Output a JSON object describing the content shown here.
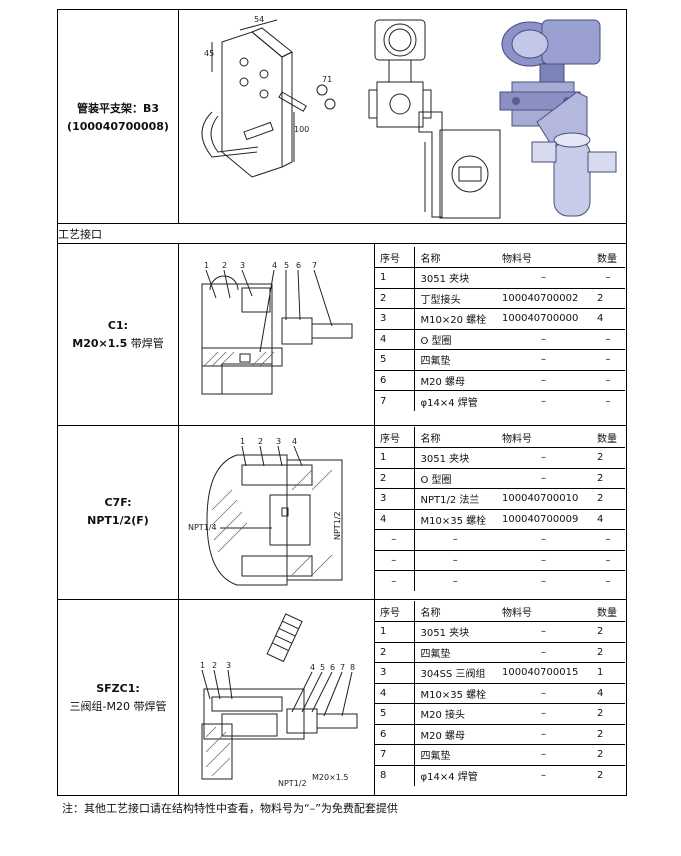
{
  "row_b3": {
    "title": "管装平支架：B3",
    "code": "(100040700008)"
  },
  "dim_labels": {
    "d1": "54",
    "d2": "45",
    "d3": "71",
    "d4": "100"
  },
  "section_title": "工艺接口",
  "headers": {
    "no": "序号",
    "name": "名称",
    "part": "物料号",
    "qty": "数量"
  },
  "c1": {
    "code": "C1:",
    "desc": "M20×1.5 带焊管",
    "callouts": [
      "1",
      "2",
      "3",
      "4",
      "5",
      "6",
      "7"
    ],
    "rows": [
      {
        "no": "1",
        "name": "3051 夹块",
        "part": "–",
        "qty": "–"
      },
      {
        "no": "2",
        "name": "丁型接头",
        "part": "100040700002",
        "qty": "2"
      },
      {
        "no": "3",
        "name": "M10×20 螺栓",
        "part": "100040700000",
        "qty": "4"
      },
      {
        "no": "4",
        "name": "O 型圈",
        "part": "–",
        "qty": "–"
      },
      {
        "no": "5",
        "name": "四氟垫",
        "part": "–",
        "qty": "–"
      },
      {
        "no": "6",
        "name": "M20 螺母",
        "part": "–",
        "qty": "–"
      },
      {
        "no": "7",
        "name": "φ14×4 焊管",
        "part": "–",
        "qty": "–"
      }
    ]
  },
  "c7f": {
    "code": "C7F:",
    "desc": "NPT1/2(F)",
    "callouts": [
      "1",
      "2",
      "3",
      "4"
    ],
    "labels": {
      "left": "NPT1/4",
      "right": "NPT1/2"
    },
    "rows": [
      {
        "no": "1",
        "name": "3051 夹块",
        "part": "–",
        "qty": "2"
      },
      {
        "no": "2",
        "name": "O 型圈",
        "part": "–",
        "qty": "2"
      },
      {
        "no": "3",
        "name": "NPT1/2 法兰",
        "part": "100040700010",
        "qty": "2"
      },
      {
        "no": "4",
        "name": "M10×35 螺栓",
        "part": "100040700009",
        "qty": "4"
      },
      {
        "no": "–",
        "name": "–",
        "part": "–",
        "qty": "–"
      },
      {
        "no": "–",
        "name": "–",
        "part": "–",
        "qty": "–"
      },
      {
        "no": "–",
        "name": "–",
        "part": "–",
        "qty": "–"
      }
    ]
  },
  "sfzc1": {
    "code": "SFZC1:",
    "desc": "三阀组-M20 带焊管",
    "callouts": [
      "1",
      "2",
      "3",
      "4",
      "5",
      "6",
      "7",
      "8"
    ],
    "labels": {
      "npt": "NPT1/2",
      "m20": "M20×1.5"
    },
    "rows": [
      {
        "no": "1",
        "name": "3051 夹块",
        "part": "–",
        "qty": "2"
      },
      {
        "no": "2",
        "name": "四氟垫",
        "part": "–",
        "qty": "2"
      },
      {
        "no": "3",
        "name": "304SS 三阀组",
        "part": "100040700015",
        "qty": "1"
      },
      {
        "no": "4",
        "name": "M10×35 螺栓",
        "part": "–",
        "qty": "4"
      },
      {
        "no": "5",
        "name": "M20 接头",
        "part": "–",
        "qty": "2"
      },
      {
        "no": "6",
        "name": "M20 螺母",
        "part": "–",
        "qty": "2"
      },
      {
        "no": "7",
        "name": "四氟垫",
        "part": "–",
        "qty": "2"
      },
      {
        "no": "8",
        "name": "φ14×4 焊管",
        "part": "–",
        "qty": "2"
      }
    ]
  },
  "footer": "注：其他工艺接口请在结构特性中查看，物料号为“–”为免费配套提供"
}
